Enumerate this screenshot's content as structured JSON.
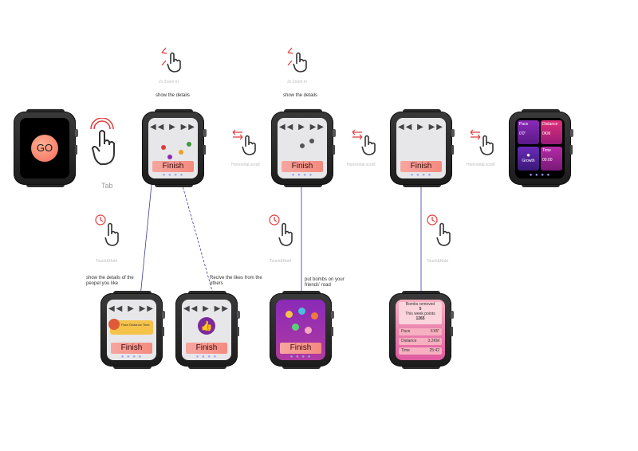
{
  "go_label": "GO",
  "tab_label": "Tab",
  "finish_label": "Finish",
  "show_details": "show the details",
  "zoom_label": "2x Zoom in",
  "swipe_label": "Horizontal scroll",
  "touch_hold_label": "Touch&Hold",
  "caption_people": "show the details of the peopel you like",
  "caption_likes": "Recive the likes from the others",
  "caption_bombs": "put bombs on your friends’  road",
  "stats": {
    "pace_label": "Pace",
    "pace_value": "0'0\"",
    "distance_label": "Distance",
    "distance_value": "0KM",
    "growth_label": "Growth",
    "time_label": "Time",
    "time_value": "00:00"
  },
  "detail_card": {
    "pace": "Pace",
    "distance": "Distance",
    "time": "Time"
  },
  "summary": {
    "bombs_removed_label": "Bombs removed",
    "bombs_removed_value": "5",
    "week_points_label": "This week points",
    "week_points_value": "1265",
    "rows": [
      {
        "label": "Pace",
        "value": "6'45\""
      },
      {
        "label": "Distance",
        "value": "3.2KM"
      },
      {
        "label": "Time",
        "value": "25:42"
      }
    ]
  },
  "colors": {
    "finish": "#f58a7e",
    "connector": "#4444aa",
    "accent_red": "#e23a3a",
    "purple": "#7b2a9a"
  }
}
